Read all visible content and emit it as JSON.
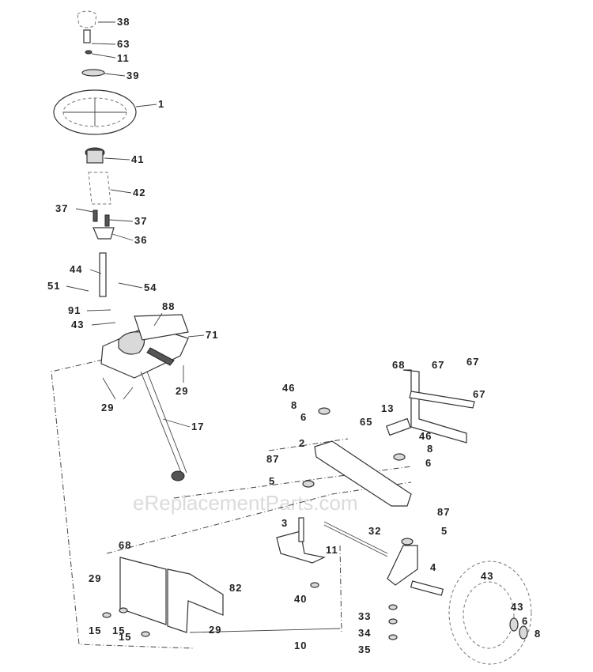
{
  "watermark": "eReplacementParts.com",
  "callouts": {
    "c38": "38",
    "c63": "63",
    "c11a": "11",
    "c39": "39",
    "c1": "1",
    "c41": "41",
    "c42": "42",
    "c37a": "37",
    "c37b": "37",
    "c36": "36",
    "c44": "44",
    "c51": "51",
    "c54": "54",
    "c91": "91",
    "c88": "88",
    "c43a": "43",
    "c71": "71",
    "c29a": "29",
    "c29b": "29",
    "c17": "17",
    "c46a": "46",
    "c8a": "8",
    "c68a": "68",
    "c67a": "67",
    "c67b": "67",
    "c67c": "67",
    "c13": "13",
    "c65": "65",
    "c2": "2",
    "c46b": "46",
    "c8b": "8",
    "c6a": "6",
    "c6b": "6",
    "c87a": "87",
    "c5a": "5",
    "c87b": "87",
    "c5b": "5",
    "c3": "3",
    "c32": "32",
    "c11b": "11",
    "c4": "4",
    "c43b": "43",
    "c68b": "68",
    "c29c": "29",
    "c82": "82",
    "c40": "40",
    "c15a": "15",
    "c15b": "15",
    "c15c": "15",
    "c29d": "29",
    "c10": "10",
    "c33": "33",
    "c34": "34",
    "c35": "35",
    "c43c": "43",
    "c6c": "6",
    "c8c": "8"
  }
}
